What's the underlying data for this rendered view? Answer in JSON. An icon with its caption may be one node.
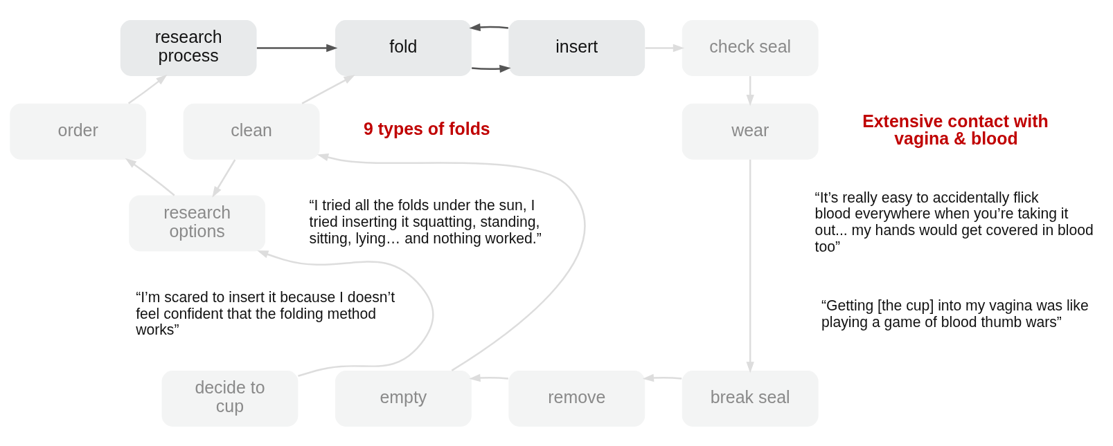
{
  "diagram": {
    "nodes": [
      {
        "text": [
          "research process"
        ]
      },
      {
        "text": [
          "fold"
        ]
      },
      {
        "text": [
          "insert"
        ]
      },
      {
        "text": [
          "check seal"
        ]
      },
      {
        "text": [
          "order"
        ]
      },
      {
        "text": [
          "clean"
        ]
      },
      {
        "text": [
          "wear"
        ]
      },
      {
        "text": [
          "research options"
        ]
      },
      {
        "text": [
          "decide to cup"
        ]
      },
      {
        "text": [
          "empty"
        ]
      },
      {
        "text": [
          "remove"
        ]
      },
      {
        "text": [
          "break seal"
        ]
      }
    ],
    "edges": [
      {
        "from": 0,
        "to": 1,
        "arrow": "to",
        "color": "#555555"
      },
      {
        "from": 1,
        "to": 2,
        "arrow": "to",
        "color": "#555555"
      },
      {
        "from": 2,
        "to": 1,
        "arrow": "to",
        "color": "#555555"
      },
      {
        "from": 2,
        "to": 3,
        "arrow": "to"
      },
      {
        "from": 3,
        "to": 6,
        "arrow": "to"
      },
      {
        "from": 6,
        "to": 11,
        "arrow": "to"
      },
      {
        "from": 11,
        "to": 10,
        "arrow": "to"
      },
      {
        "from": 10,
        "to": 9,
        "arrow": "to"
      },
      {
        "from": 9,
        "to": 5,
        "arrow": "to"
      },
      {
        "from": 5,
        "to": 1,
        "arrow": "to"
      },
      {
        "from": 5,
        "to": 7,
        "arrow": "to"
      },
      {
        "from": 8,
        "to": 7,
        "arrow": "to"
      },
      {
        "from": 7,
        "to": 4,
        "arrow": "to"
      },
      {
        "from": 4,
        "to": 0,
        "arrow": "to"
      }
    ],
    "labels": [
      "9 types of folds",
      "“I tried all the folds under the sun, I tried inserting it squatting, standing, sitting, lying… and nothing worked.”",
      "“I’m scared to insert it because I doesn’t feel confident that the folding method works”",
      "Extensive contact with vagina & blood",
      "“It’s really easy to accidentally flick blood everywhere when you’re taking it out... my hands would get covered in blood too”",
      "“Getting [the cup] into my vagina was like playing a game of blood thumb wars”"
    ]
  }
}
